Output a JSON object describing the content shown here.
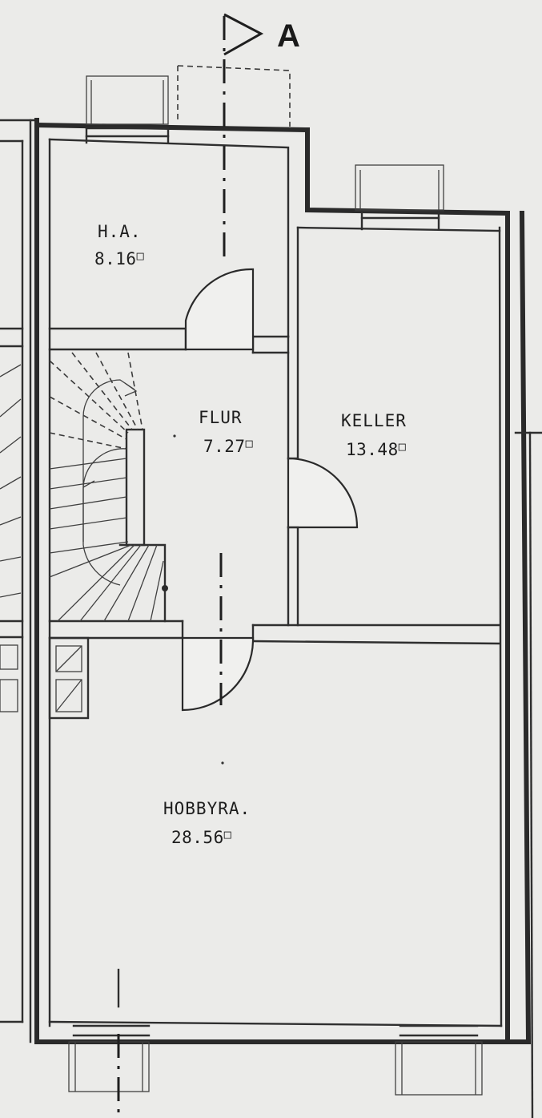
{
  "plan": {
    "section_marker": "A",
    "unit_symbol": "□",
    "rooms": [
      {
        "id": "ha",
        "label": "H.A.",
        "area": "8.16"
      },
      {
        "id": "flur",
        "label": "FLUR",
        "area": "7.27"
      },
      {
        "id": "keller",
        "label": "KELLER",
        "area": "13.48"
      },
      {
        "id": "hobbyraum",
        "label": "HOBBYRA.",
        "area": "28.56"
      }
    ]
  }
}
